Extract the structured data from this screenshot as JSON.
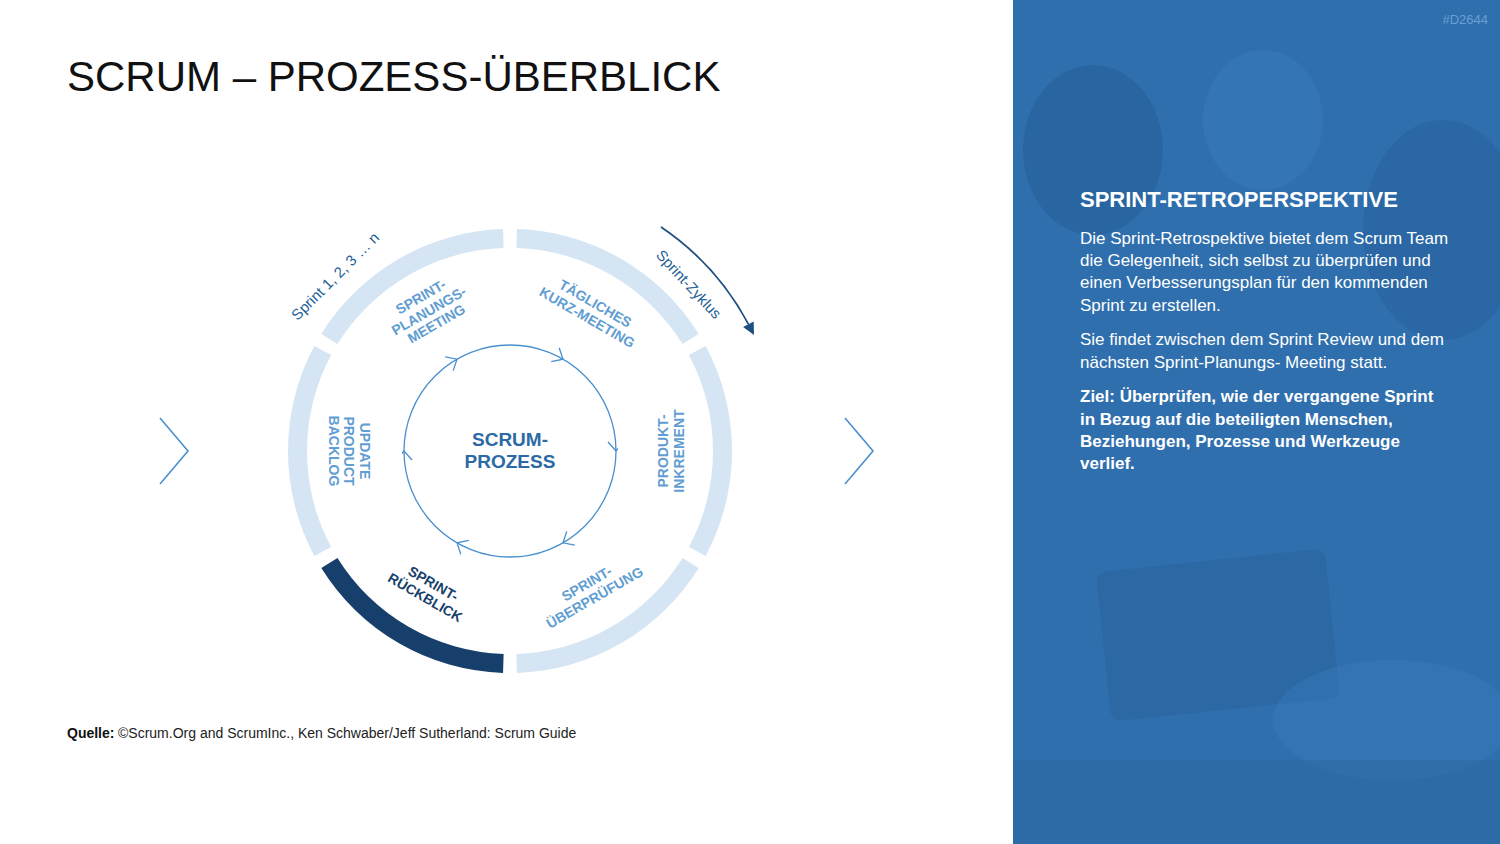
{
  "diagram": {
    "title": "SCRUM – PROZESS-ÜBERBLICK",
    "nodes": [
      {
        "text": [
          "SPRINT- PLANUNGS- MEETING"
        ]
      },
      {
        "text": [
          "TÄGLICHES KURZ-MEETING"
        ]
      },
      {
        "text": [
          "PRODUKT- INKREMENT"
        ]
      },
      {
        "text": [
          "SPRINT- ÜBERPRÜFUNG"
        ]
      },
      {
        "text": [
          "SPRINT- RÜCKBLICK"
        ]
      },
      {
        "text": [
          "UPDATE PRODUCT BACKLOG"
        ]
      },
      {
        "text": [
          "SCRUM- PROZESS"
        ]
      },
      {
        "text": [
          "SPRINT-RETROPERSPEKTIVE",
          "Die Sprint-Retrospektive bietet dem Scrum Team die Gelegenheit, sich selbst zu überprüfen und einen Verbesserungsplan für den kommenden Sprint zu erstellen.",
          "Sie findet zwischen dem Sprint Review und dem nächsten Sprint-Planungs- Meeting statt.",
          "Ziel: Überprüfen, wie der vergangene Sprint in Bezug auf die beteiligten Menschen, Beziehungen, Prozesse und Werkzeuge verlief."
        ]
      }
    ],
    "labels": [
      "Sprint 1, 2, 3 … n",
      "Sprint-Zyklus",
      "Quelle:",
      "©Scrum.Org and ScrumInc., Ken Schwaber/Jeff Sutherland: Scrum Guide",
      "#D2644"
    ]
  }
}
